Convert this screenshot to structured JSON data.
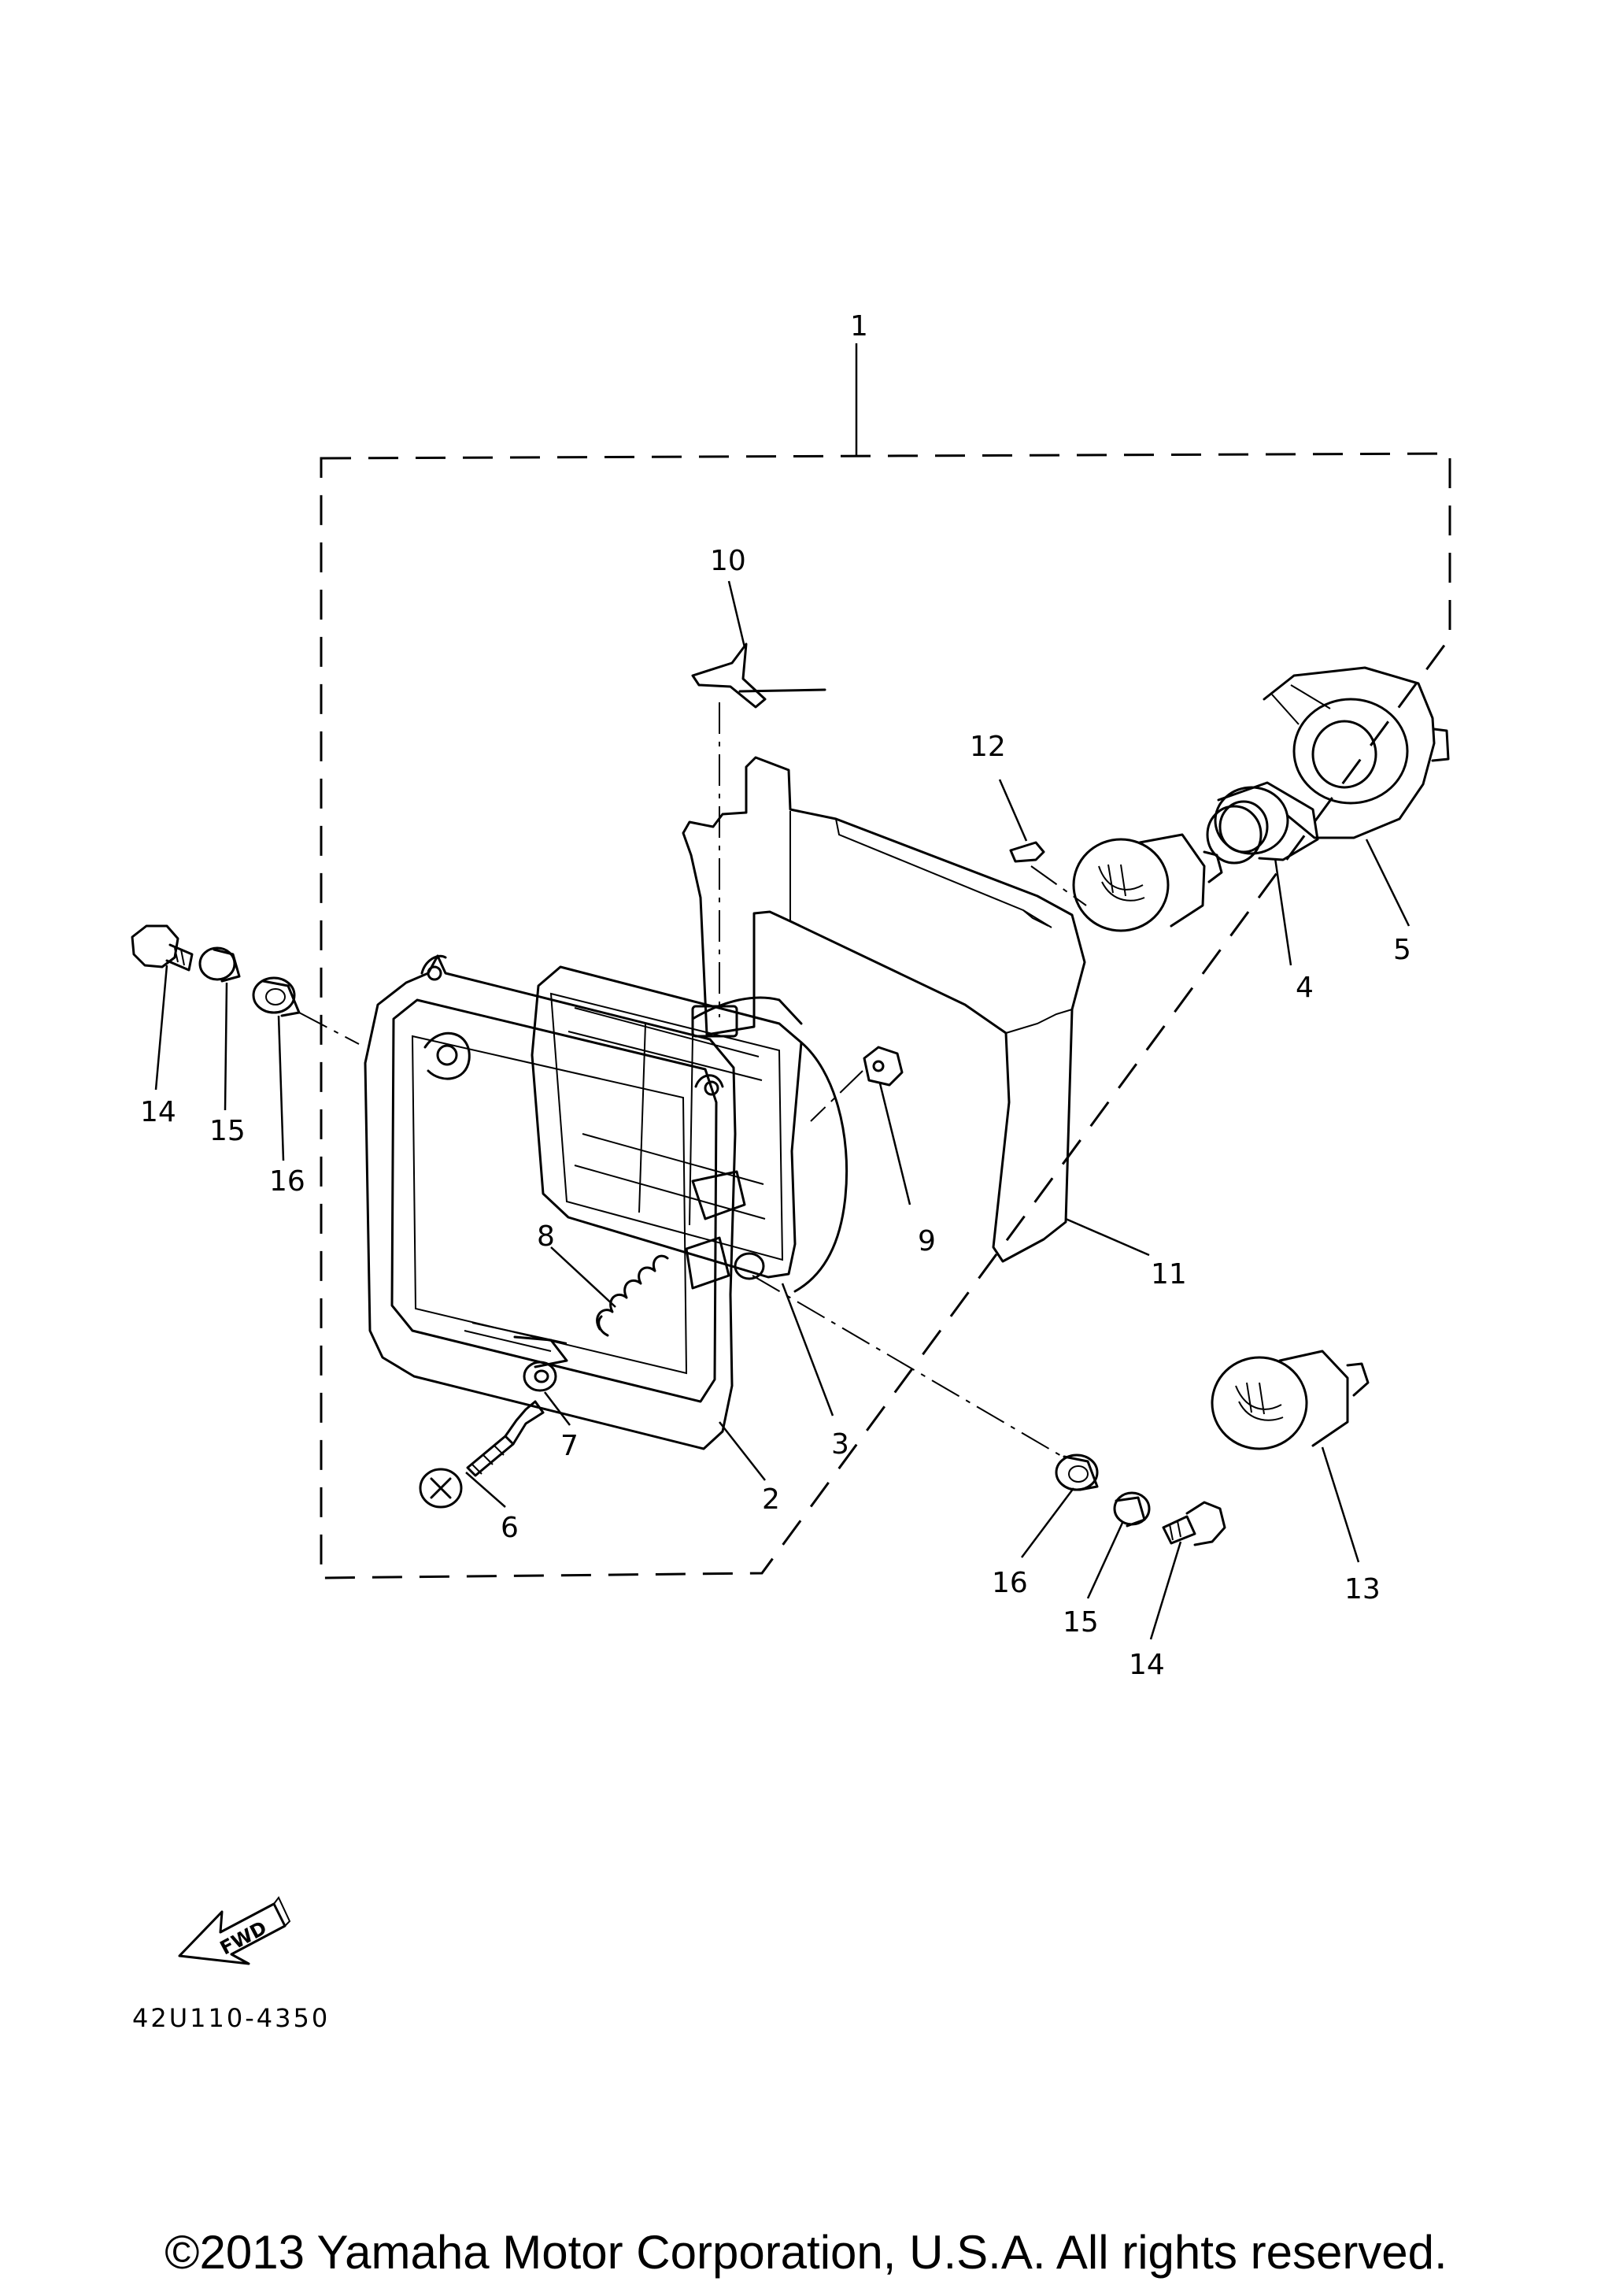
{
  "callouts": {
    "c1": "1",
    "c2": "2",
    "c3": "3",
    "c4": "4",
    "c5": "5",
    "c6": "6",
    "c7": "7",
    "c8": "8",
    "c9": "9",
    "c10": "10",
    "c11": "11",
    "c12": "12",
    "c13": "13",
    "c14a": "14",
    "c15a": "15",
    "c16a": "16",
    "c14b": "14",
    "c15b": "15",
    "c16b": "16"
  },
  "fwd_label": "FWD",
  "diagram_code": "42U110-4350",
  "copyright": "©2013 Yamaha Motor Corporation, U.S.A. All rights reserved."
}
